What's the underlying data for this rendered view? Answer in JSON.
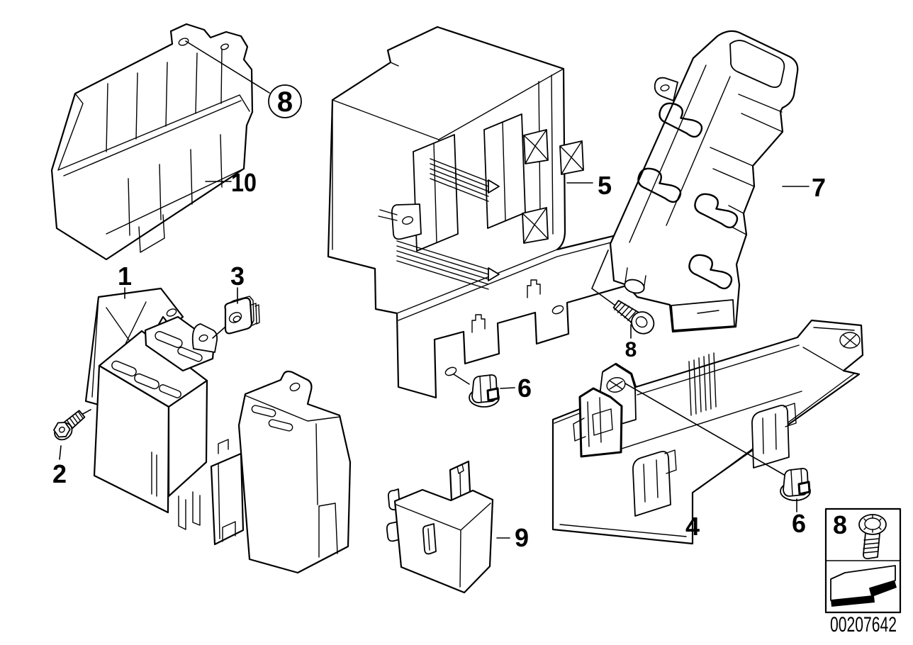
{
  "page": {
    "background": "#ffffff",
    "line_color": "#000000"
  },
  "drawing_number": "00207642",
  "callouts": {
    "part_1": "1",
    "screw_2": "2",
    "clip_nut_3": "3",
    "carrier_4": "4",
    "distribution_box_5": "5",
    "nut_6_center": "6",
    "nut_6_right": "6",
    "bracket_7": "7",
    "screw_8_circled": "8",
    "screw_8": "8",
    "housing_9": "9",
    "tray_10": "10"
  },
  "legend": {
    "fastener_callout": "8",
    "icons": [
      "torx-screw-icon",
      "direction-arrow-icon"
    ]
  }
}
